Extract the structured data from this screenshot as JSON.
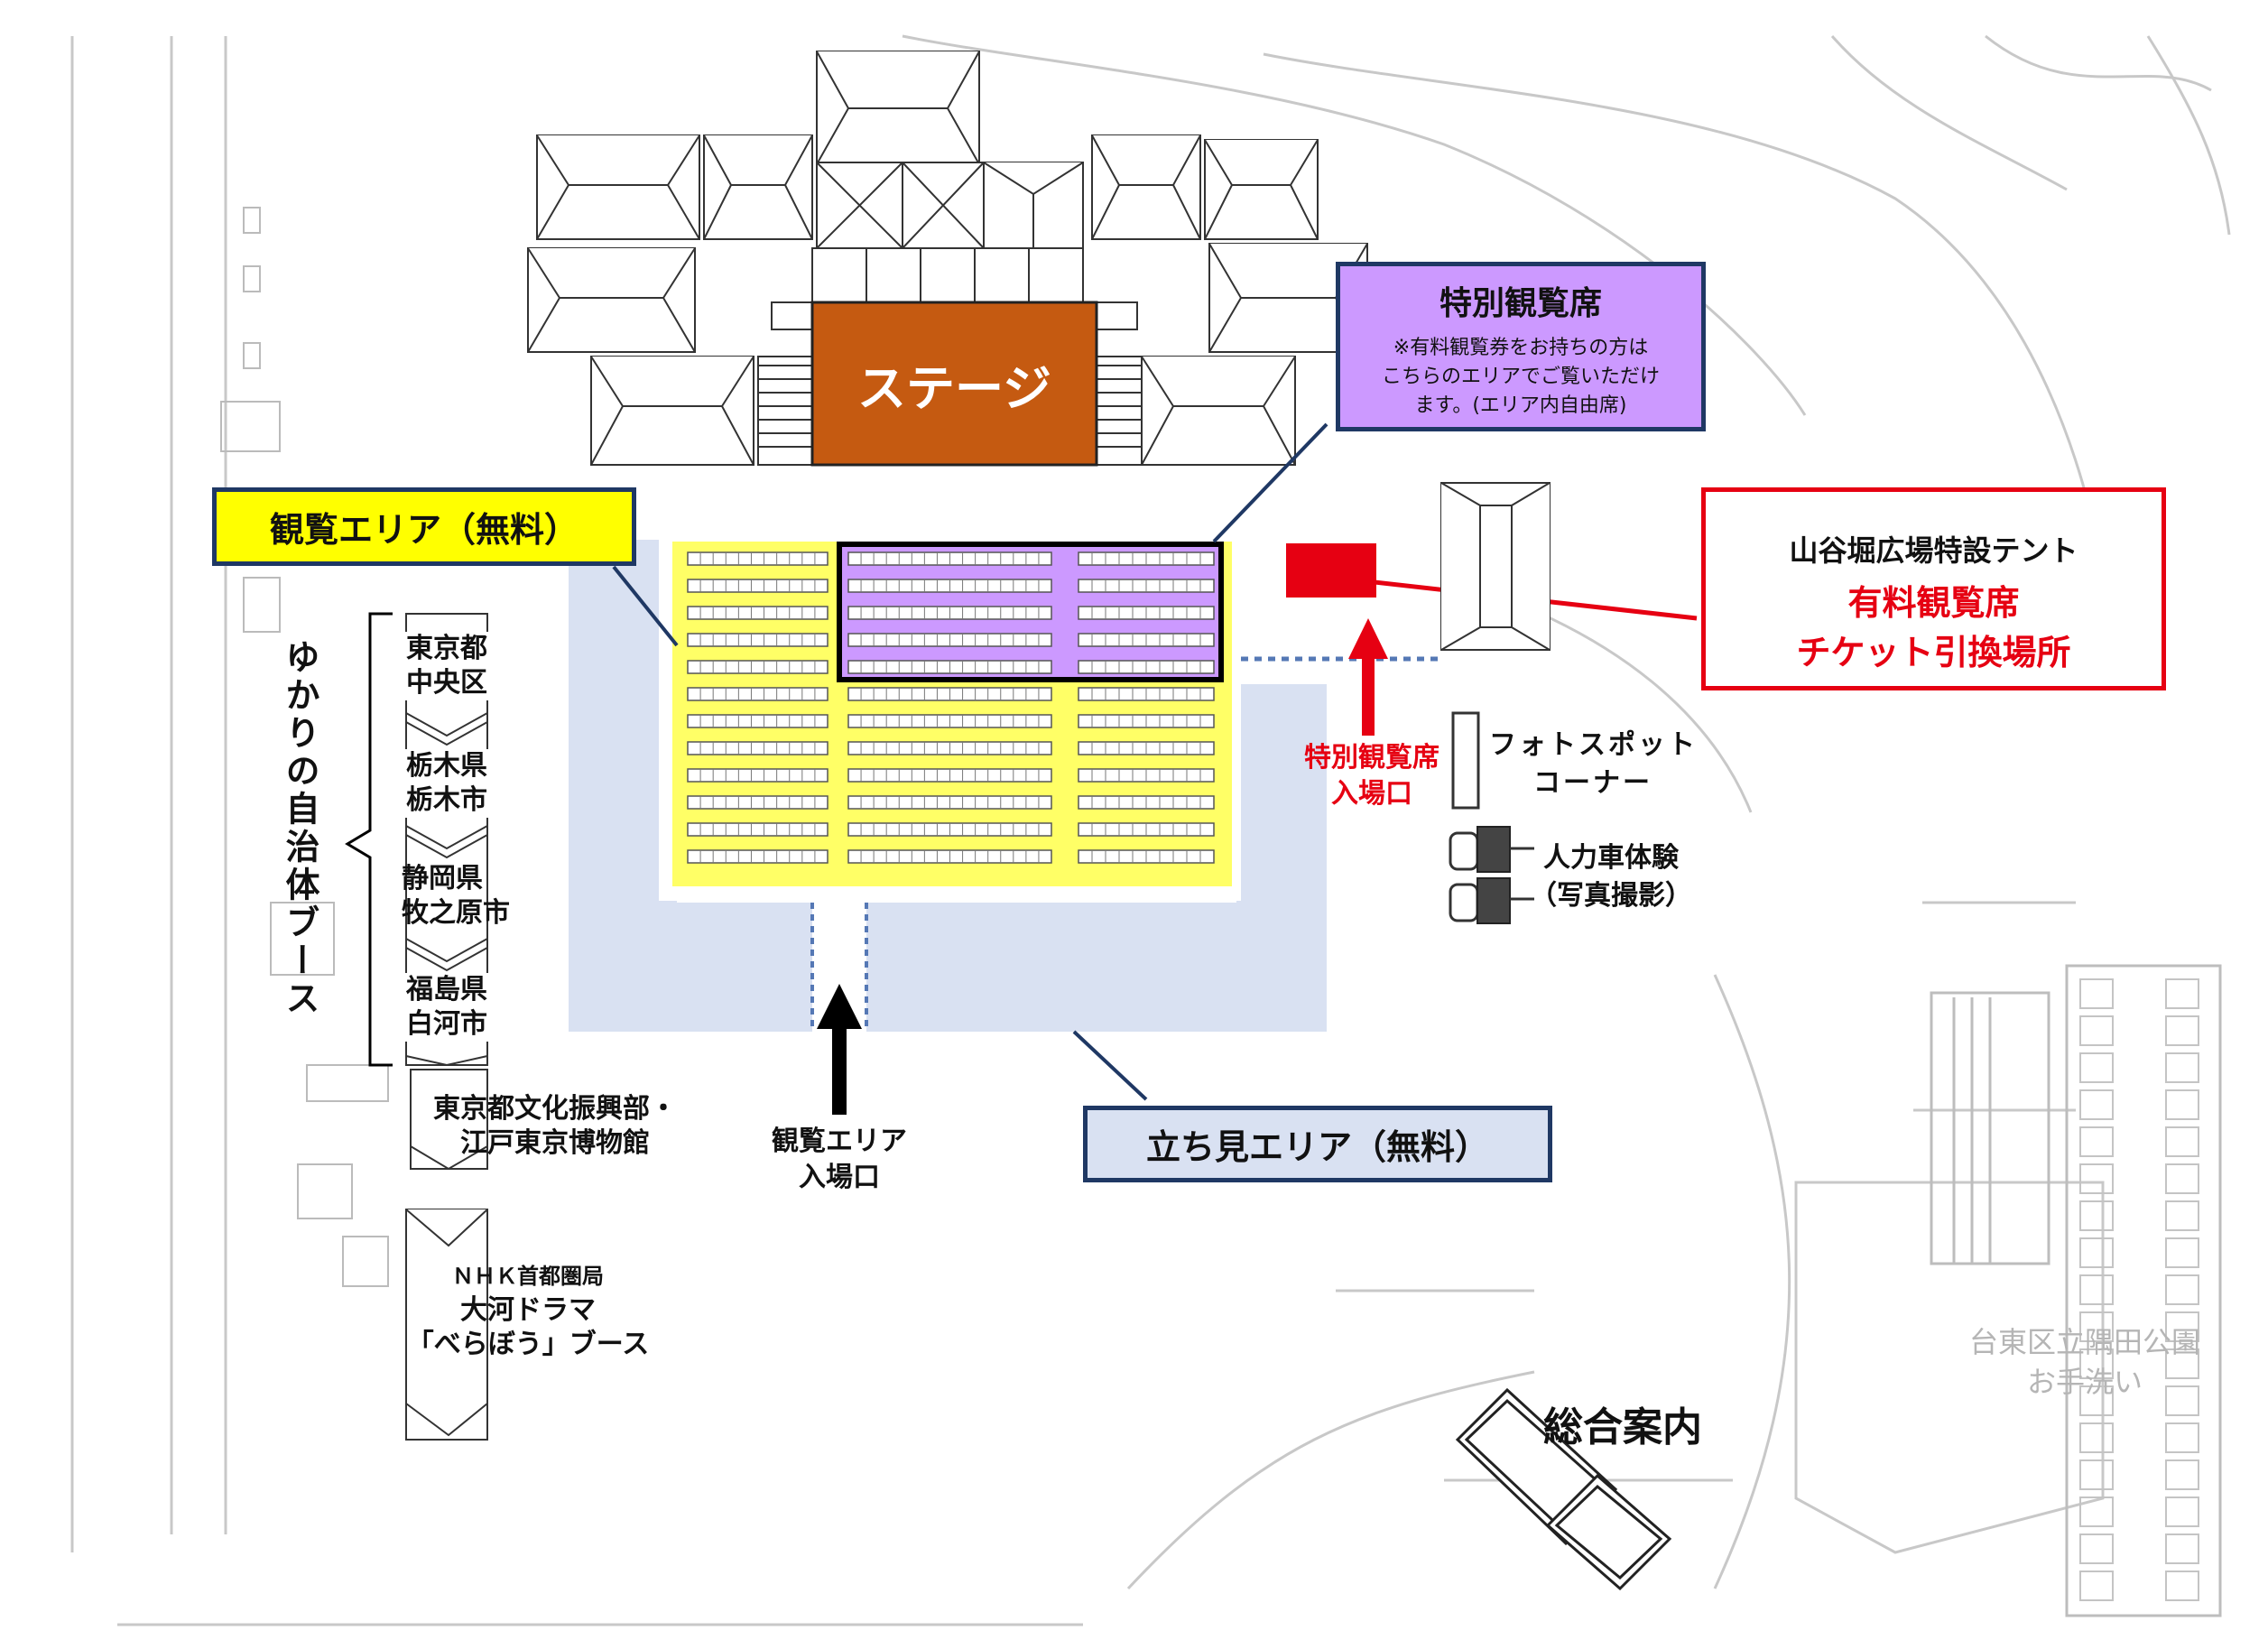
{
  "stage": {
    "label": "ステージ"
  },
  "special_seat": {
    "title": "特別観覧席",
    "note_lines": [
      "※有料観覧券をお持ちの方は",
      "こちらのエリアでご覧いただけ",
      "ます。(エリア内自由席)"
    ]
  },
  "viewing_area": {
    "label": "観覧エリア（無料）"
  },
  "standing_area": {
    "label": "立ち見エリア（無料）"
  },
  "ticket_tent": {
    "title": "山谷堀広場特設テント",
    "red_line1": "有料観覧席",
    "red_line2": "チケット引換場所"
  },
  "entrances": {
    "special_line1": "特別観覧席",
    "special_line2": "入場口",
    "viewing_line1": "観覧エリア",
    "viewing_line2": "入場口"
  },
  "photo_spot": {
    "line1": "フォトスポット",
    "line2": "コーナー"
  },
  "rickshaw": {
    "line1": "人力車体験",
    "line2": "（写真撮影）"
  },
  "yukari_booth": {
    "label": "ゆかりの自治体ブース",
    "booths": [
      {
        "line1": "東京都",
        "line2": "中央区"
      },
      {
        "line1": "栃木県",
        "line2": "栃木市"
      },
      {
        "line1": "静岡県",
        "line2": "牧之原市"
      },
      {
        "line1": "福島県",
        "line2": "白河市"
      }
    ]
  },
  "edo_museum": {
    "line1": "東京都文化振興部・",
    "line2": "江戸東京博物館"
  },
  "nhk_booth": {
    "line1": "ＮＨＫ首都圏局",
    "line2": "大河ドラマ",
    "line3": "「べらぼう」ブース"
  },
  "information": {
    "label": "総合案内"
  },
  "park_toilet": {
    "line1": "台東区立隅田公園",
    "line2": "お手洗い"
  },
  "colors": {
    "stage": "#c55a11",
    "yellow": "#ffff66",
    "seat_yellow": "#ffff99",
    "purple": "#cc99ff",
    "standing": "#d9e1f2",
    "navy": "#1f3864",
    "red": "#e60012"
  }
}
